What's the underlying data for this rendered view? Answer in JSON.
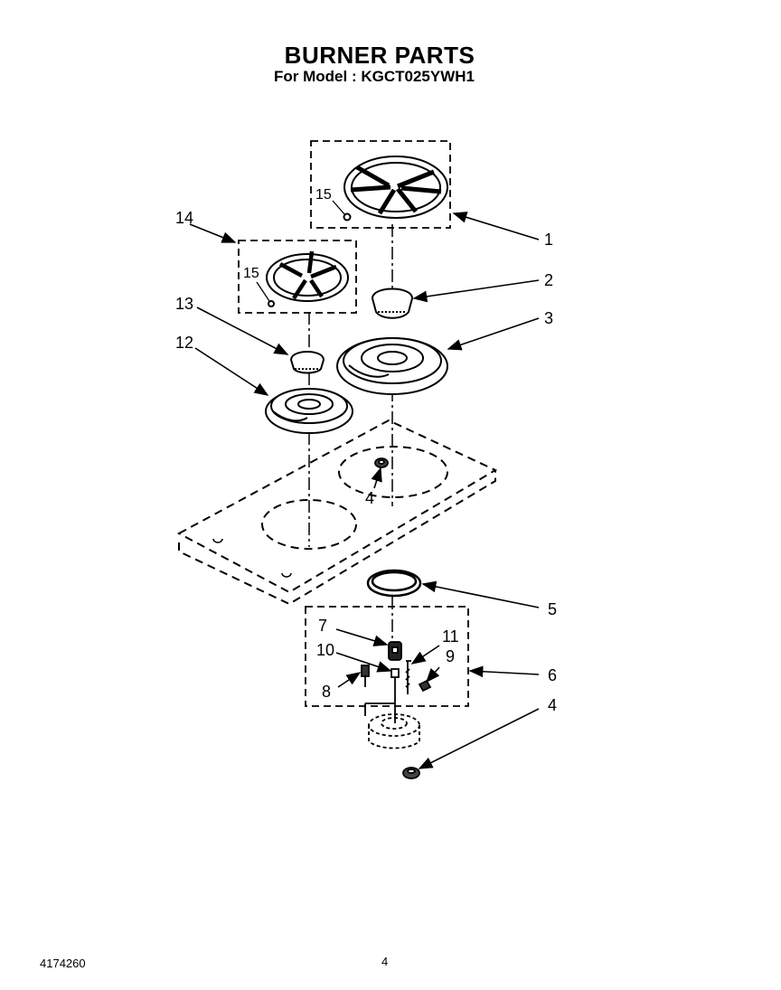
{
  "header": {
    "title": "BURNER PARTS",
    "subtitle": "For Model : KGCT025YWH1"
  },
  "footer": {
    "doc_number": "4174260",
    "page_number": "4"
  },
  "callouts": {
    "c1": "1",
    "c2": "2",
    "c3": "3",
    "c4a": "4",
    "c4b": "4",
    "c5": "5",
    "c6": "6",
    "c7": "7",
    "c8": "8",
    "c9": "9",
    "c10": "10",
    "c11": "11",
    "c12": "12",
    "c13": "13",
    "c14": "14",
    "c15a": "15",
    "c15b": "15"
  }
}
